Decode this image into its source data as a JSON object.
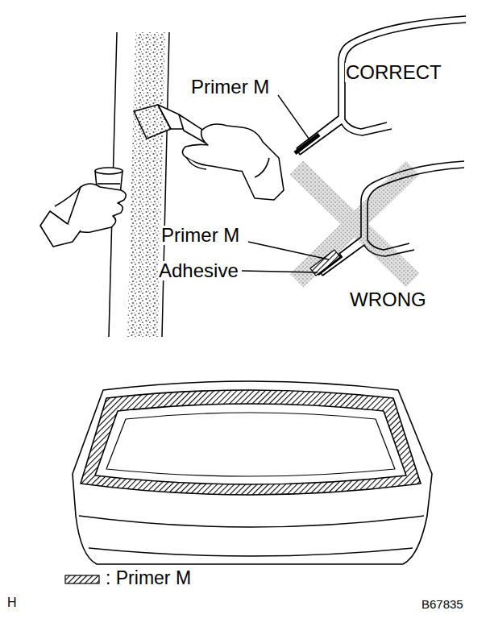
{
  "diagram": {
    "labels": [
      "Primer M",
      "CORRECT",
      "Primer M",
      "Adhesive",
      "WRONG",
      "H",
      "B67835"
    ],
    "legend": [
      {
        "text": ": Primer M"
      }
    ]
  }
}
